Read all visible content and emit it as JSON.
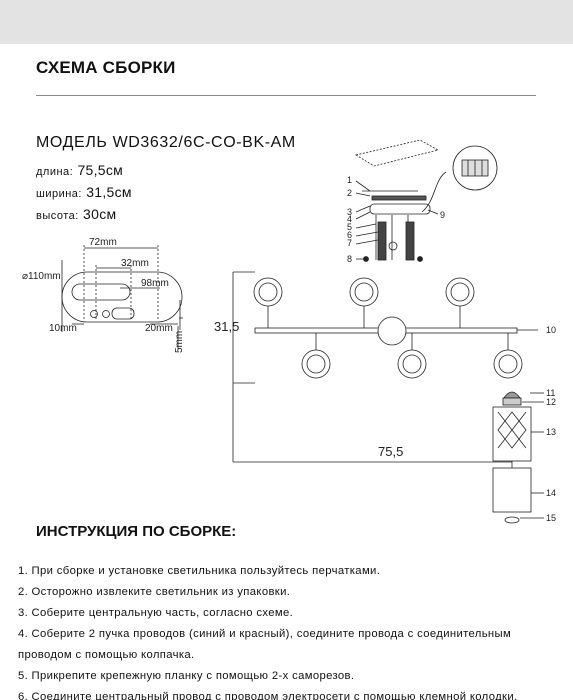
{
  "header": {
    "title": "СХЕМА СБОРКИ"
  },
  "model": {
    "label": "МОДЕЛЬ WD3632/6C-CO-BK-AM",
    "length": {
      "label": "длина:",
      "value": "75,5см"
    },
    "width": {
      "label": "ширина:",
      "value": "31,5см"
    },
    "height": {
      "label": "высота:",
      "value": "30см"
    }
  },
  "bracket": {
    "diameter": "⌀110mm",
    "d72": "72mm",
    "d32": "32mm",
    "d98": "98mm",
    "d10": "10mm",
    "d20": "20mm",
    "d5": "5mm"
  },
  "fixture": {
    "width_label": "31,5",
    "length_label": "75,5"
  },
  "callouts": [
    "1",
    "2",
    "3",
    "4",
    "5",
    "6",
    "7",
    "8",
    "9",
    "10",
    "11",
    "12",
    "13",
    "14",
    "15"
  ],
  "instructions": {
    "title": "ИНСТРУКЦИЯ ПО СБОРКЕ:",
    "steps": [
      {
        "num": "1.",
        "text": "При сборке и установке светильника пользуйтесь перчатками."
      },
      {
        "num": "2.",
        "text": "Осторожно извлеките светильник из упаковки."
      },
      {
        "num": "3.",
        "text": "Соберите центральную часть, согласно схеме."
      },
      {
        "num": "4.",
        "text": "Соберите 2 пучка проводов (синий и красный), соедините провода с соединительным",
        "cont": "проводом с помощью колпачка."
      },
      {
        "num": "5.",
        "text": "Прикрепите крепежную планку с помощью 2-х саморезов."
      },
      {
        "num": "6.",
        "text": "Соедините центральный провод с проводом электросети с помощью клемной колодки."
      }
    ]
  }
}
